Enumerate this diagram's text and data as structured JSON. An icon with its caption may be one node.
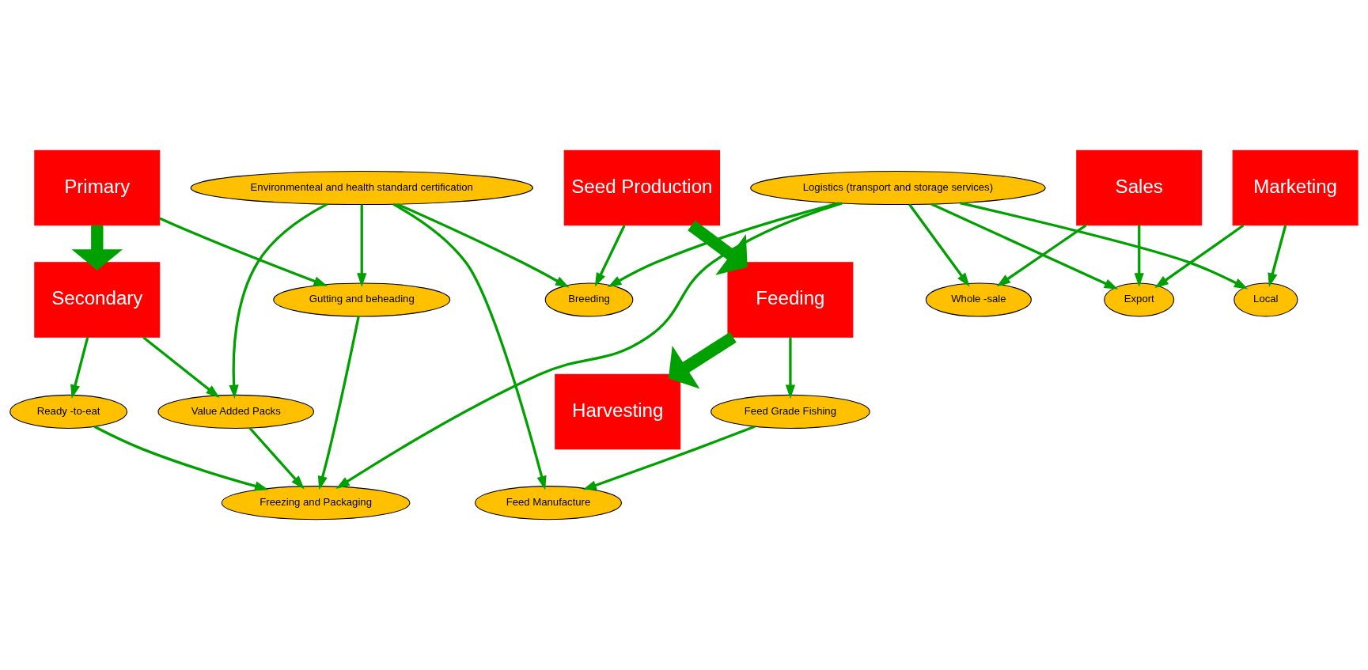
{
  "diagram": {
    "nodes": [
      {
        "text": [
          "Seed Production"
        ]
      },
      {
        "text": [
          "Breeding"
        ]
      },
      {
        "text": [
          "Primary"
        ]
      },
      {
        "text": [
          "Gutting and beheading"
        ]
      },
      {
        "text": [
          "Sales"
        ]
      },
      {
        "text": [
          "Marketing"
        ]
      },
      {
        "text": [
          "Feeding"
        ]
      },
      {
        "text": [
          "Feed Grade Fishing"
        ]
      },
      {
        "text": [
          "Whole -sale"
        ]
      },
      {
        "text": [
          "Export"
        ]
      },
      {
        "text": [
          "Local"
        ]
      },
      {
        "text": [
          "Ready -to-eat"
        ]
      },
      {
        "text": [
          "Secondary"
        ]
      },
      {
        "text": [
          "Harvesting"
        ]
      },
      {
        "text": [
          "Feed Manufacture"
        ]
      },
      {
        "text": [
          "Freezing and Packaging"
        ]
      },
      {
        "text": [
          "Value Added Packs"
        ]
      },
      {
        "text": [
          "Environmenteal and health standard certification"
        ]
      },
      {
        "text": [
          "Logistics (transport and storage services)"
        ]
      }
    ],
    "edges": [
      {
        "from": 0,
        "to": 1,
        "arrow": "to"
      },
      {
        "from": 0,
        "to": 6,
        "arrow": "to",
        "style": "thick"
      },
      {
        "from": 6,
        "to": 13,
        "arrow": "to",
        "style": "thick"
      },
      {
        "from": 2,
        "to": 3,
        "arrow": "to"
      },
      {
        "from": 2,
        "to": 12,
        "arrow": "to",
        "style": "thick"
      },
      {
        "from": 4,
        "to": 8,
        "arrow": "to"
      },
      {
        "from": 4,
        "to": 9,
        "arrow": "to"
      },
      {
        "from": 5,
        "to": 9,
        "arrow": "to"
      },
      {
        "from": 5,
        "to": 10,
        "arrow": "to"
      },
      {
        "from": 6,
        "to": 7,
        "arrow": "to"
      },
      {
        "from": 7,
        "to": 14,
        "arrow": "to"
      },
      {
        "from": 12,
        "to": 11,
        "arrow": "to"
      },
      {
        "from": 12,
        "to": 16,
        "arrow": "to"
      },
      {
        "from": 11,
        "to": 15,
        "arrow": "to"
      },
      {
        "from": 3,
        "to": 15,
        "arrow": "to"
      },
      {
        "from": 16,
        "to": 15,
        "arrow": "to"
      },
      {
        "from": 18,
        "to": 15,
        "arrow": "to"
      },
      {
        "from": 18,
        "to": 8,
        "arrow": "to"
      },
      {
        "from": 18,
        "to": 9,
        "arrow": "to"
      },
      {
        "from": 18,
        "to": 10,
        "arrow": "to"
      },
      {
        "from": 18,
        "to": 1,
        "arrow": "to"
      },
      {
        "from": 17,
        "to": 1,
        "arrow": "to"
      },
      {
        "from": 17,
        "to": 3,
        "arrow": "to"
      },
      {
        "from": 17,
        "to": 14,
        "arrow": "to"
      },
      {
        "from": 17,
        "to": 16,
        "arrow": "to"
      }
    ]
  }
}
